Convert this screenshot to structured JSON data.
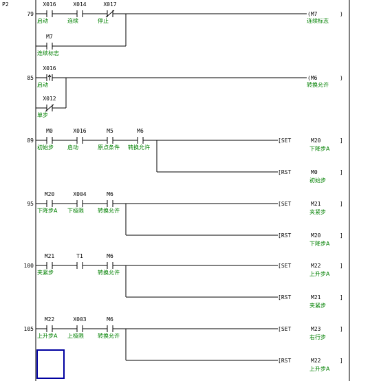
{
  "page_label": "P2",
  "rungs": [
    {
      "step": "79",
      "contacts": [
        {
          "dev": "X016",
          "cmt": "启动",
          "type": "no"
        },
        {
          "dev": "X014",
          "cmt": "连续",
          "type": "no"
        },
        {
          "dev": "X017",
          "cmt": "停止",
          "type": "nc"
        }
      ],
      "branch": {
        "dev": "M7",
        "cmt": "连续标志",
        "type": "no"
      },
      "outputs": [
        {
          "instr": "",
          "dev": "M7",
          "cmt": "连续标志"
        }
      ]
    },
    {
      "step": "85",
      "contacts": [
        {
          "dev": "X016",
          "cmt": "启动",
          "type": "pulse"
        }
      ],
      "branch": {
        "dev": "X012",
        "cmt": "单步",
        "type": "nc"
      },
      "outputs": [
        {
          "instr": "",
          "dev": "M6",
          "cmt": "转换允许"
        }
      ]
    },
    {
      "step": "89",
      "contacts": [
        {
          "dev": "M0",
          "cmt": "初始步",
          "type": "no"
        },
        {
          "dev": "X016",
          "cmt": "启动",
          "type": "no"
        },
        {
          "dev": "M5",
          "cmt": "原点条件",
          "type": "no"
        },
        {
          "dev": "M6",
          "cmt": "转换允许",
          "type": "no"
        }
      ],
      "outputs": [
        {
          "instr": "SET",
          "dev": "M20",
          "cmt": "下降步A"
        },
        {
          "instr": "RST",
          "dev": "M0",
          "cmt": "初始步"
        }
      ]
    },
    {
      "step": "95",
      "contacts": [
        {
          "dev": "M20",
          "cmt": "下降步A",
          "type": "no"
        },
        {
          "dev": "X004",
          "cmt": "下极限",
          "type": "no"
        },
        {
          "dev": "M6",
          "cmt": "转换允许",
          "type": "no"
        }
      ],
      "outputs": [
        {
          "instr": "SET",
          "dev": "M21",
          "cmt": "夹紧步"
        },
        {
          "instr": "RST",
          "dev": "M20",
          "cmt": "下降步A"
        }
      ]
    },
    {
      "step": "100",
      "contacts": [
        {
          "dev": "M21",
          "cmt": "夹紧步",
          "type": "no"
        },
        {
          "dev": "T1",
          "cmt": "",
          "type": "no"
        },
        {
          "dev": "M6",
          "cmt": "转换允许",
          "type": "no"
        }
      ],
      "outputs": [
        {
          "instr": "SET",
          "dev": "M22",
          "cmt": "上升步A"
        },
        {
          "instr": "RST",
          "dev": "M21",
          "cmt": "夹紧步"
        }
      ]
    },
    {
      "step": "105",
      "contacts": [
        {
          "dev": "M22",
          "cmt": "上升步A",
          "type": "no"
        },
        {
          "dev": "X003",
          "cmt": "上极限",
          "type": "no"
        },
        {
          "dev": "M6",
          "cmt": "转换允许",
          "type": "no"
        }
      ],
      "outputs": [
        {
          "instr": "SET",
          "dev": "M23",
          "cmt": "右行步"
        },
        {
          "instr": "RST",
          "dev": "M22",
          "cmt": "上升步A"
        }
      ]
    }
  ],
  "colors": {
    "comment": "#008000",
    "cursor": "#0000a0",
    "line": "#000000"
  }
}
